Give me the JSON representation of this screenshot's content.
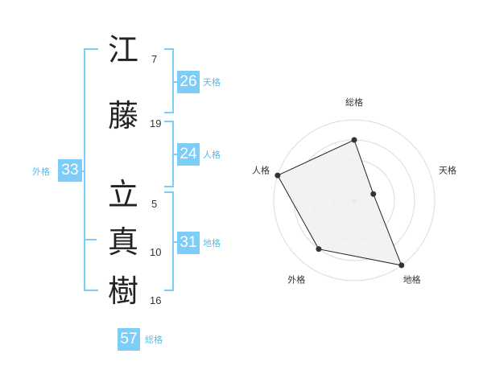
{
  "name": {
    "chars": [
      {
        "char": "江",
        "strokes": "7"
      },
      {
        "char": "藤",
        "strokes": "19"
      },
      {
        "char": "立",
        "strokes": "5"
      },
      {
        "char": "真",
        "strokes": "10"
      },
      {
        "char": "樹",
        "strokes": "16"
      }
    ]
  },
  "fortunes": {
    "tenkaku": {
      "label": "天格",
      "value": "26"
    },
    "jinkaku": {
      "label": "人格",
      "value": "24"
    },
    "chikaku": {
      "label": "地格",
      "value": "31"
    },
    "gaikaku": {
      "label": "外格",
      "value": "33"
    },
    "soukaku": {
      "label": "総格",
      "value": "57"
    }
  },
  "colors": {
    "accent": "#7ccdf7",
    "label": "#55bde8",
    "radar_fill": "#f0f0f0",
    "radar_line": "#222222"
  },
  "chart_data": {
    "type": "radar",
    "axes": [
      "総格",
      "天格",
      "地格",
      "外格",
      "人格"
    ],
    "values": [
      3,
      1,
      4,
      3,
      4
    ],
    "rmax": 4,
    "rings": 4,
    "grid": true
  }
}
